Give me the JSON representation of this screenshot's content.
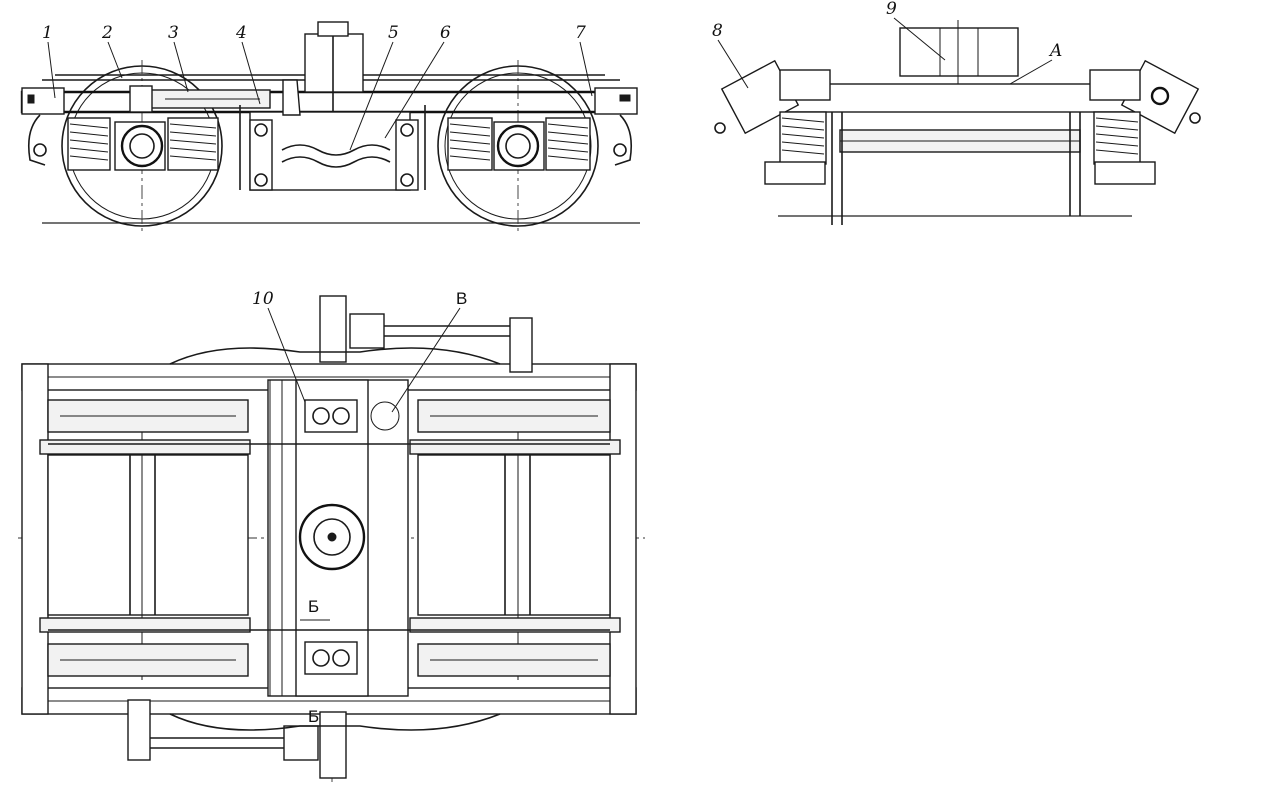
{
  "labels": {
    "n1": "1",
    "n2": "2",
    "n3": "3",
    "n4": "4",
    "n5": "5",
    "n6": "6",
    "n7": "7",
    "n8": "8",
    "n9": "9",
    "n10": "10",
    "a": "A",
    "v": "В",
    "b1": "Б",
    "b2": "Б"
  }
}
